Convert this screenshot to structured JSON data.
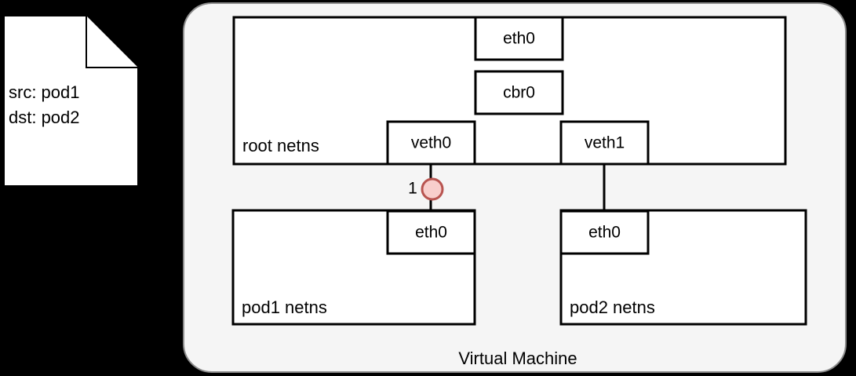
{
  "diagram": {
    "title": "Virtual Machine",
    "note": {
      "lines": [
        "src: pod1",
        "dst: pod2"
      ]
    },
    "containers": [
      {
        "id": "root-netns",
        "label": "root netns"
      },
      {
        "id": "pod1-netns",
        "label": "pod1 netns"
      },
      {
        "id": "pod2-netns",
        "label": "pod2 netns"
      }
    ],
    "interfaces": [
      {
        "id": "root-eth0",
        "label": "eth0",
        "parent": "root-netns"
      },
      {
        "id": "root-cbr0",
        "label": "cbr0",
        "parent": "root-netns"
      },
      {
        "id": "root-veth0",
        "label": "veth0",
        "parent": "root-netns"
      },
      {
        "id": "root-veth1",
        "label": "veth1",
        "parent": "root-netns"
      },
      {
        "id": "pod1-eth0",
        "label": "eth0",
        "parent": "pod1-netns"
      },
      {
        "id": "pod2-eth0",
        "label": "eth0",
        "parent": "pod2-netns"
      }
    ],
    "steps": [
      {
        "id": "step-1",
        "label": "1",
        "from": "pod1-eth0",
        "to": "root-veth0"
      }
    ],
    "links": [
      {
        "from": "root-cbr0",
        "to": "root-veth0"
      },
      {
        "from": "root-cbr0",
        "to": "root-veth1"
      },
      {
        "from": "root-veth0",
        "to": "pod1-eth0"
      },
      {
        "from": "root-veth1",
        "to": "pod2-eth0"
      }
    ],
    "colors": {
      "background": "#000000",
      "vm_fill": "#f5f5f5",
      "vm_stroke": "#666666",
      "box_fill": "#ffffff",
      "box_stroke": "#000000",
      "note_fill": "#ffffff",
      "note_stroke": "#000000",
      "step_fill": "#f8cecc",
      "step_stroke": "#b85450",
      "text": "#000000"
    }
  }
}
